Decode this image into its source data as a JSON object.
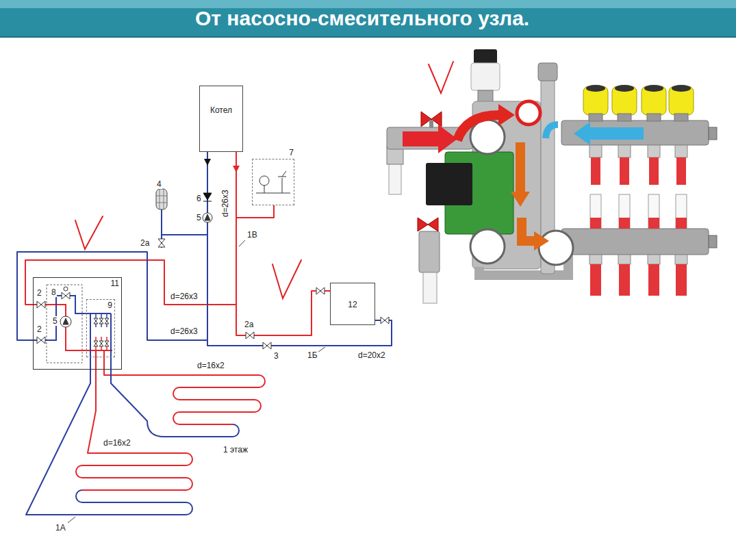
{
  "diagram": {
    "title": "От насосно-смесительного узла.",
    "nodes": [
      {
        "text": [
          "Котел"
        ]
      },
      {
        "text": [
          "7"
        ]
      },
      {
        "text": [
          "11"
        ]
      },
      {
        "text": [
          "9"
        ],
        "in": 2
      },
      {
        "text": [
          "12"
        ]
      }
    ],
    "edges": [
      {
        "from": 0,
        "to": 2,
        "arrow": "none"
      },
      {
        "from": 0,
        "to": 2,
        "arrow": "none"
      },
      {
        "from": 0,
        "to": 4,
        "arrow": "none"
      },
      {
        "from": 4,
        "to": 0,
        "arrow": "none"
      },
      {
        "from": 1,
        "to": 0,
        "arrow": "none"
      }
    ],
    "labels": [
      "4",
      "2а",
      "6",
      "5",
      "1В",
      "d=26x3",
      "d=26x3",
      "d=26x3",
      "2а",
      "3",
      "1Б",
      "d=20x2",
      "2",
      "8",
      "5",
      "2",
      "d=16x2",
      "d=16x2",
      "1 этаж",
      "1А"
    ]
  }
}
